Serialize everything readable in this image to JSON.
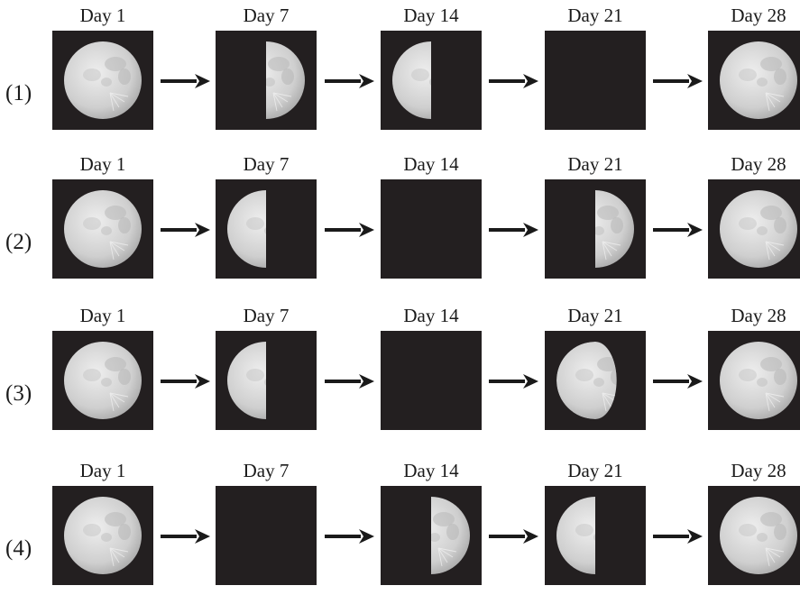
{
  "rows": [
    {
      "label": "(1)",
      "days": [
        {
          "label": "Day 1",
          "phase": "full-moon"
        },
        {
          "label": "Day 7",
          "phase": "right-half-lit"
        },
        {
          "label": "Day 14",
          "phase": "left-half-lit"
        },
        {
          "label": "Day 21",
          "phase": "new-moon"
        },
        {
          "label": "Day 28",
          "phase": "full-moon"
        }
      ]
    },
    {
      "label": "(2)",
      "days": [
        {
          "label": "Day 1",
          "phase": "full-moon"
        },
        {
          "label": "Day 7",
          "phase": "left-half-lit"
        },
        {
          "label": "Day 14",
          "phase": "new-moon"
        },
        {
          "label": "Day 21",
          "phase": "right-half-lit"
        },
        {
          "label": "Day 28",
          "phase": "full-moon"
        }
      ]
    },
    {
      "label": "(3)",
      "days": [
        {
          "label": "Day 1",
          "phase": "full-moon"
        },
        {
          "label": "Day 7",
          "phase": "left-half-lit"
        },
        {
          "label": "Day 14",
          "phase": "new-moon"
        },
        {
          "label": "Day 21",
          "phase": "waning-gibbous"
        },
        {
          "label": "Day 28",
          "phase": "full-moon"
        }
      ]
    },
    {
      "label": "(4)",
      "days": [
        {
          "label": "Day 1",
          "phase": "full-moon"
        },
        {
          "label": "Day 7",
          "phase": "new-moon"
        },
        {
          "label": "Day 14",
          "phase": "right-half-lit"
        },
        {
          "label": "Day 21",
          "phase": "left-half-lit"
        },
        {
          "label": "Day 28",
          "phase": "full-moon"
        }
      ]
    }
  ],
  "colors": {
    "sky": "#231f20",
    "moon_light": "#eeeeee",
    "moon_mid": "#cfcfcf",
    "moon_dark": "#a9a9a9",
    "arrow": "#1a1a1a"
  }
}
